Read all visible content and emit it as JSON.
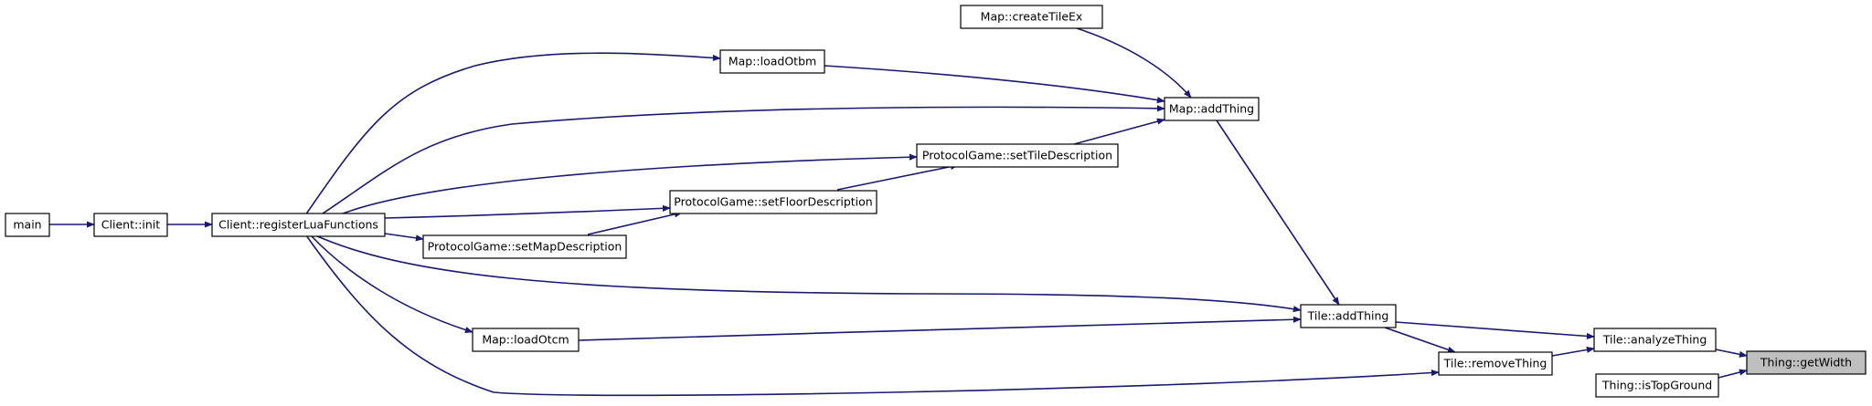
{
  "graph": {
    "nodes": {
      "main": "main",
      "client_init": "Client::init",
      "register_lua": "Client::registerLuaFunctions",
      "load_otbm": "Map::loadOtbm",
      "create_tile_ex": "Map::createTileEx",
      "map_add_thing": "Map::addThing",
      "set_tile_desc": "ProtocolGame::setTileDescription",
      "set_floor_desc": "ProtocolGame::setFloorDescription",
      "set_map_desc": "ProtocolGame::setMapDescription",
      "tile_add_thing": "Tile::addThing",
      "load_otcm": "Map::loadOtcm",
      "tile_remove_thing": "Tile::removeThing",
      "analyze_thing": "Tile::analyzeThing",
      "is_top_ground": "Thing::isTopGround",
      "get_width": "Thing::getWidth"
    },
    "colors": {
      "edge": "#191970",
      "highlight_fill": "#bfbfbf"
    }
  }
}
